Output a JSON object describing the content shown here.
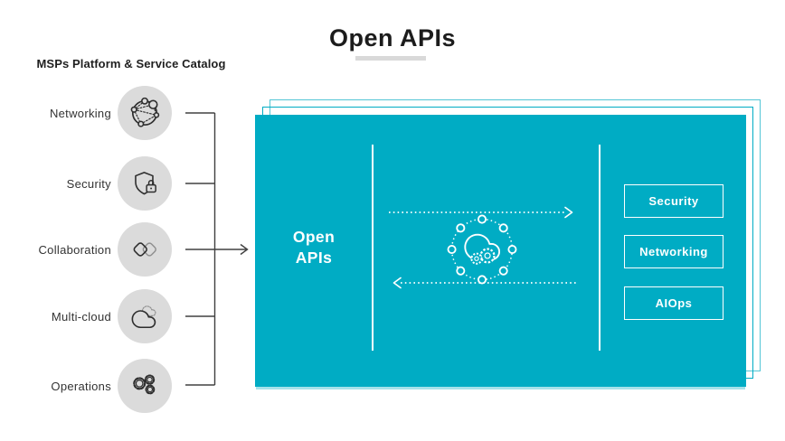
{
  "header": {
    "title": "Open APIs"
  },
  "catalog": {
    "heading": "MSPs Platform & Service Catalog",
    "items": [
      {
        "label": "Networking",
        "icon": "network-nodes-icon"
      },
      {
        "label": "Security",
        "icon": "shield-lock-icon"
      },
      {
        "label": "Collaboration",
        "icon": "overlapping-cards-icon"
      },
      {
        "label": "Multi-cloud",
        "icon": "multi-cloud-icon"
      },
      {
        "label": "Operations",
        "icon": "gears-icon"
      }
    ]
  },
  "api_box": {
    "label_line1": "Open",
    "label_line2": "APIs",
    "center_icon": "cloud-automation-network-icon",
    "services": [
      {
        "label": "Security"
      },
      {
        "label": "Networking"
      },
      {
        "label": "AIOps"
      }
    ]
  },
  "colors": {
    "teal": "#00ACC4",
    "teal_light": "#53C6D6",
    "icon_circle_gray": "#DBDBDB",
    "title_underline_gray": "#D9D9D9",
    "connector_dark": "#404040",
    "text_dark": "#262626",
    "white": "#FFFFFF"
  }
}
